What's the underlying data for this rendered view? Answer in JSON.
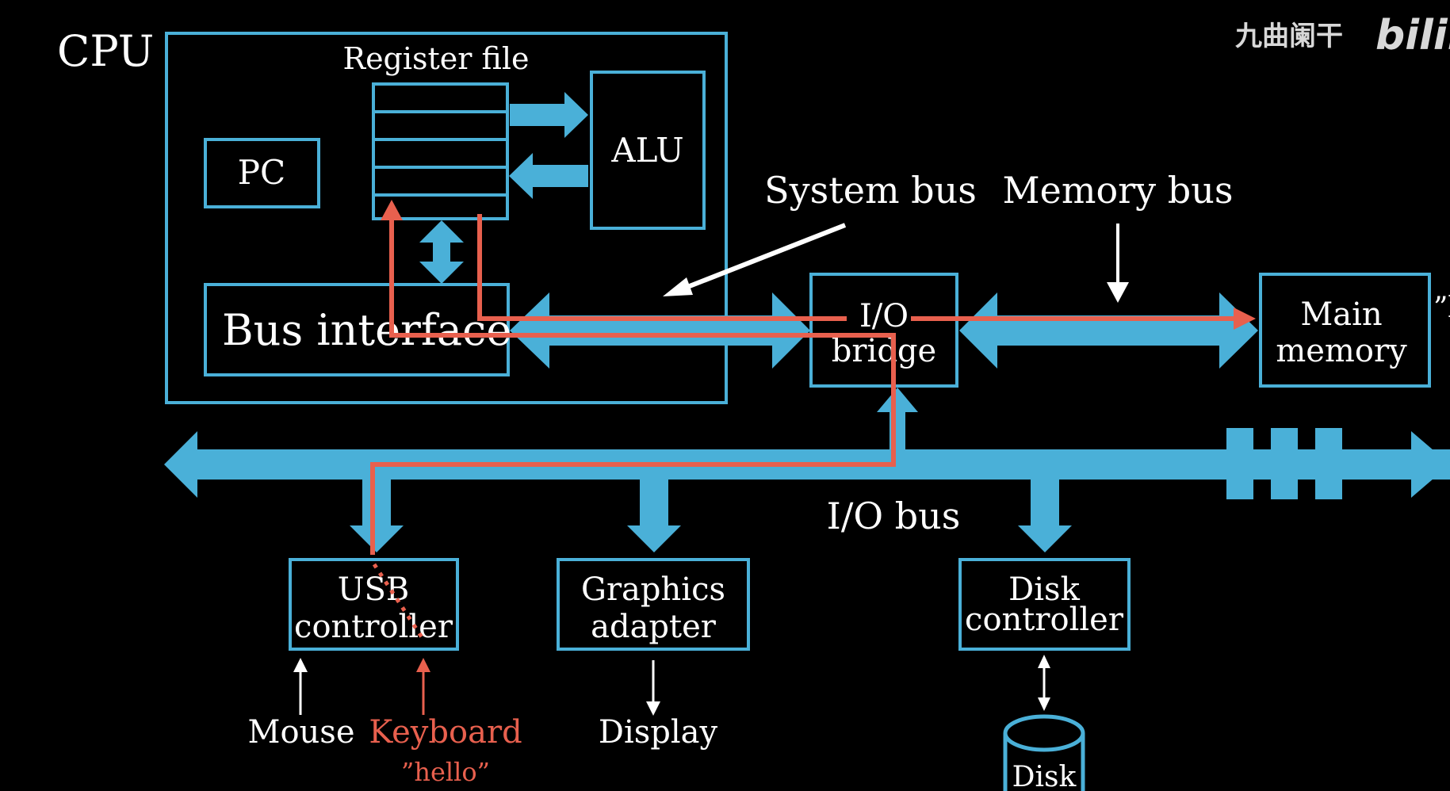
{
  "colors": {
    "background": "#000000",
    "bus": "#4ab0d8",
    "highlight_path": "#e8604e",
    "text": "#ffffff"
  },
  "labels": {
    "cpu": "CPU",
    "register_file": "Register file",
    "pc": "PC",
    "alu": "ALU",
    "bus_interface": "Bus interface",
    "system_bus": "System bus",
    "memory_bus": "Memory bus",
    "io_bridge_line1": "I/O",
    "io_bridge_line2": "bridge",
    "main_memory_line1": "Main",
    "main_memory_line2": "memory",
    "io_bus": "I/O bus",
    "usb_controller_line1": "USB",
    "usb_controller_line2": "controller",
    "graphics_adapter_line1": "Graphics",
    "graphics_adapter_line2": "adapter",
    "disk_controller_line1": "Disk",
    "disk_controller_line2": "controller",
    "mouse": "Mouse",
    "keyboard": "Keyboard",
    "hello": "”hello”",
    "display": "Display",
    "disk": "Disk",
    "right_edge_fragment": "”l"
  },
  "watermark": {
    "text": "九曲阑干",
    "logo": "bilib"
  }
}
